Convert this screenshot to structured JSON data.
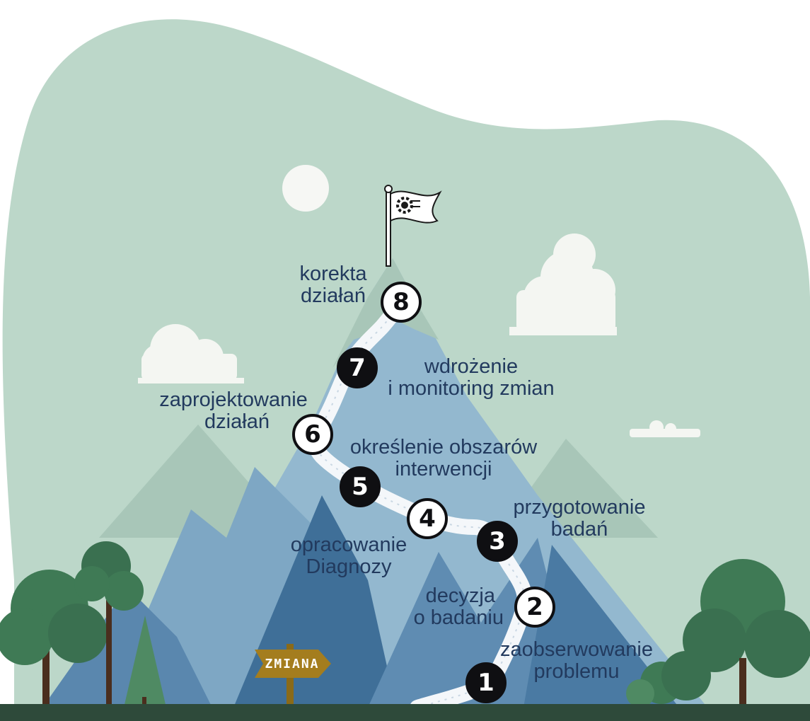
{
  "signpost": {
    "text": "ZMIANA"
  },
  "steps": [
    {
      "number": "1",
      "style": "filled",
      "lines": [
        "zaobserwowanie",
        "problemu"
      ]
    },
    {
      "number": "2",
      "style": "outline",
      "lines": [
        "decyzja",
        "o badaniu"
      ]
    },
    {
      "number": "3",
      "style": "filled",
      "lines": [
        "przygotowanie",
        "badań"
      ]
    },
    {
      "number": "4",
      "style": "outline",
      "lines": [
        "opracowanie",
        "Diagnozy"
      ]
    },
    {
      "number": "5",
      "style": "filled",
      "lines": [
        "określenie obszarów",
        "interwencji"
      ]
    },
    {
      "number": "6",
      "style": "outline",
      "lines": [
        "zaprojektowanie",
        "działań"
      ]
    },
    {
      "number": "7",
      "style": "filled",
      "lines": [
        "wdrożenie",
        "i monitoring zmian"
      ]
    },
    {
      "number": "8",
      "style": "outline",
      "lines": [
        "korekta",
        "działań"
      ]
    }
  ],
  "colors": {
    "sky_blob": "#bcd7c9",
    "mountain_light": "#93b8cf",
    "mountain_mid": "#5f8cb2",
    "mountain_dark": "#3f6f98",
    "mountain_pale": "#a8c6b8",
    "path": "#f4f7fa",
    "ground": "#2e4a3a",
    "tree": "#3f7a55",
    "text": "#223a5e",
    "signpost": "#a47d1e"
  },
  "icons": [
    "flag-icon",
    "gear-logo-icon",
    "signpost-icon"
  ]
}
